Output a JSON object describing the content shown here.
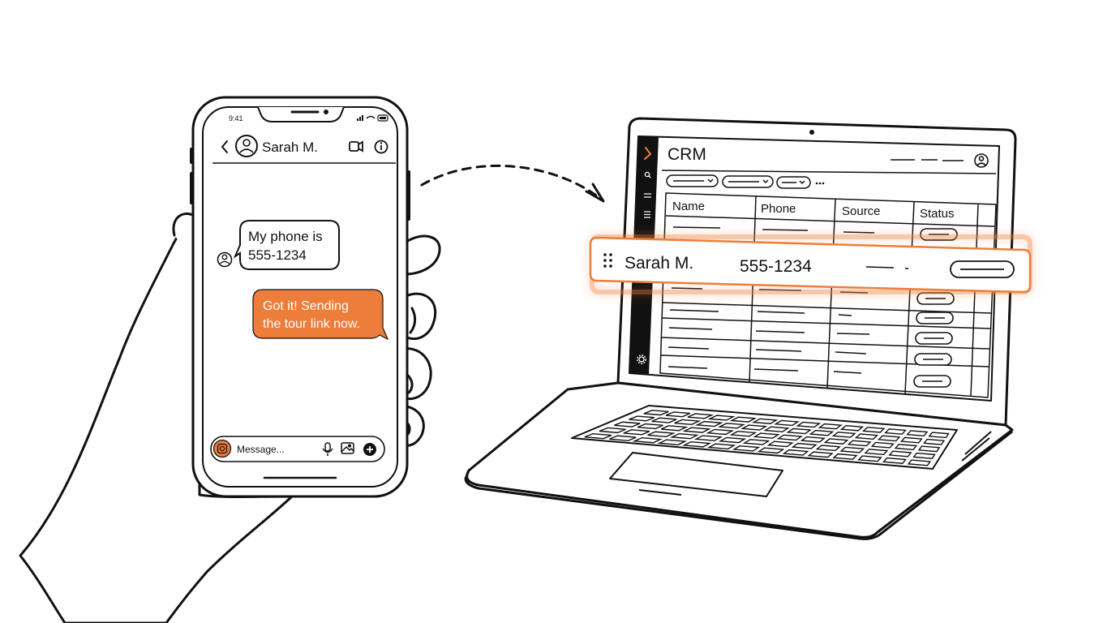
{
  "colors": {
    "accent": "#ED7D3A",
    "ink": "#111111",
    "paper": "#ffffff"
  },
  "phone": {
    "status_time": "9:41",
    "header": {
      "back_icon": "chevron-left-icon",
      "avatar_icon": "user-avatar-icon",
      "contact_name": "Sarah M.",
      "video_icon": "video-call-icon",
      "info_icon": "info-icon"
    },
    "messages": [
      {
        "from": "contact",
        "lines": [
          "My phone is",
          "555-1234"
        ]
      },
      {
        "from": "me",
        "lines": [
          "Got it! Sending",
          "the tour link now."
        ]
      }
    ],
    "composer": {
      "camera_icon": "instagram-icon",
      "placeholder": "Message...",
      "mic_icon": "microphone-icon",
      "image_icon": "image-icon",
      "add_icon": "plus-icon"
    }
  },
  "laptop": {
    "crm": {
      "title": "CRM",
      "columns": [
        "Name",
        "Phone",
        "Source",
        "Status"
      ],
      "sidebar_icons": [
        "search-icon",
        "filter-icon",
        "list-icon",
        "settings-icon"
      ]
    },
    "highlight_row": {
      "drag_icon": "drag-handle-icon",
      "name": "Sarah M.",
      "phone": "555-1234"
    }
  }
}
